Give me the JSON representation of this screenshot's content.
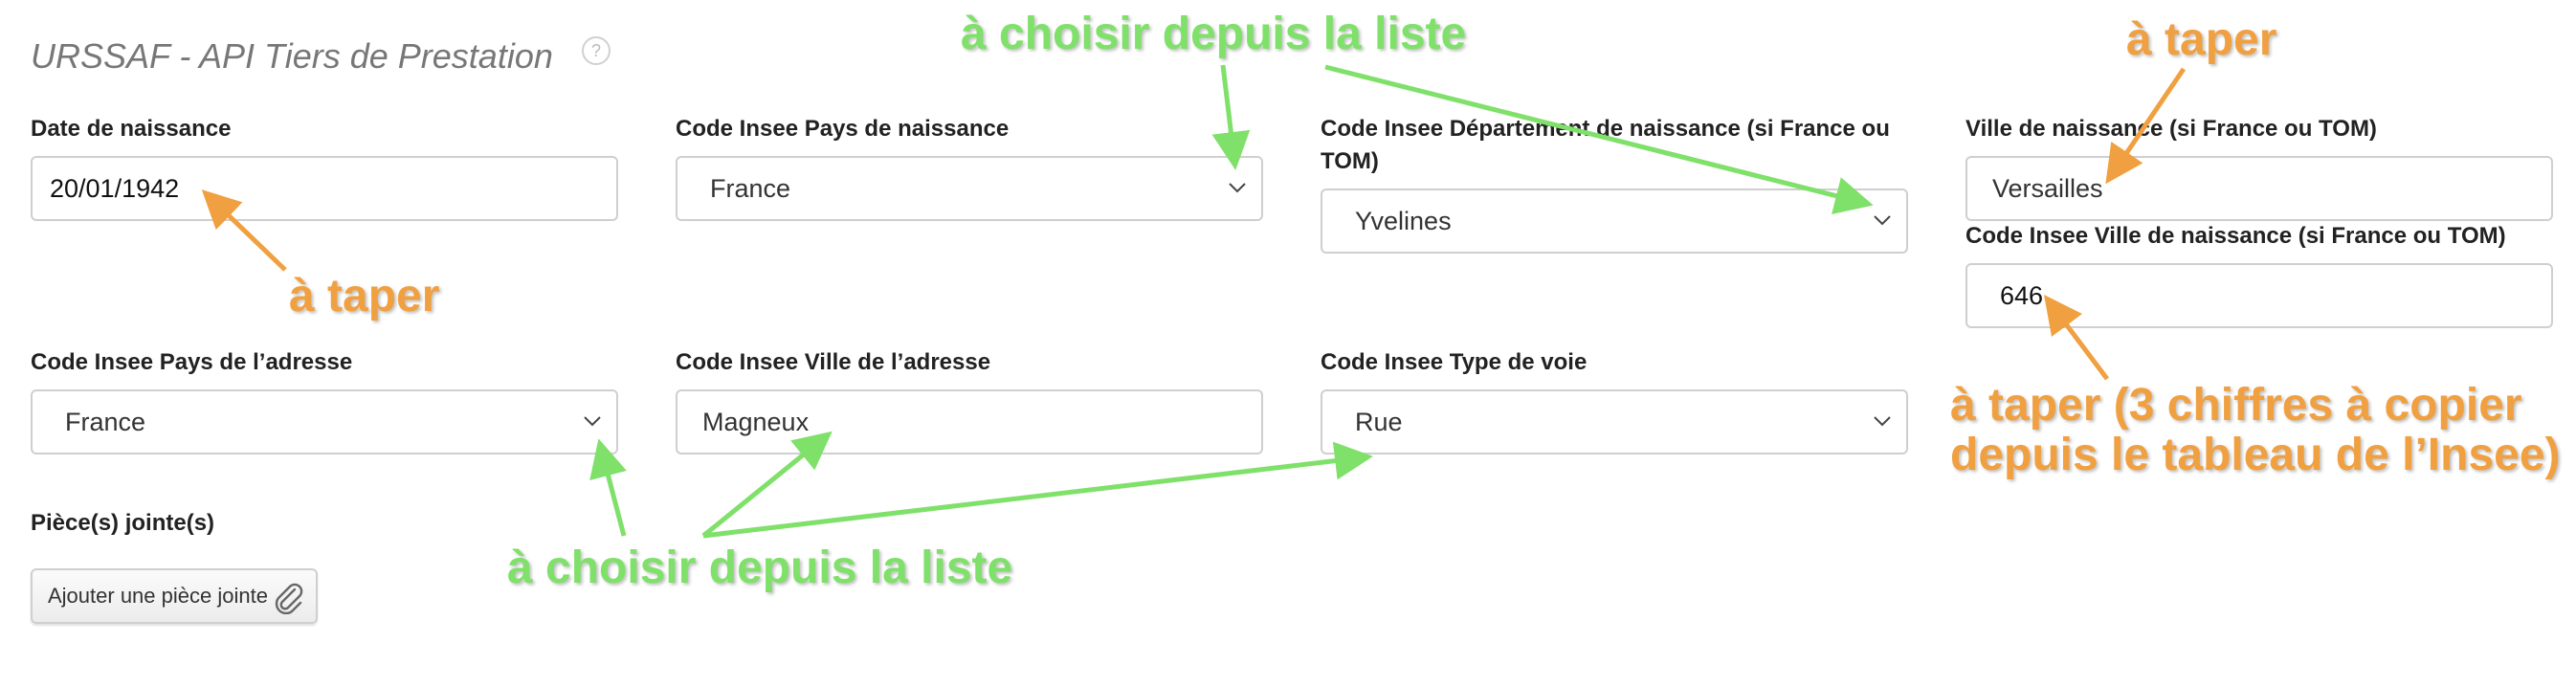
{
  "form": {
    "title": "URSSAF - API Tiers de Prestation",
    "help": "?",
    "fields": {
      "date_naissance": {
        "label": "Date de naissance",
        "value": "20/01/1942"
      },
      "pays_naissance": {
        "label": "Code Insee Pays de naissance",
        "value": "France"
      },
      "departement_naissance": {
        "label_line1": "Code Insee Département de naissance (si France ou",
        "label_line2": "TOM)",
        "value": "Yvelines"
      },
      "ville_naissance": {
        "label": "Ville de naissance (si France ou TOM)",
        "value": "Versailles"
      },
      "code_ville_naissance": {
        "label": "Code Insee Ville de naissance (si France ou TOM)",
        "value": "646"
      },
      "pays_adresse": {
        "label": "Code Insee Pays de l’adresse",
        "value": "France"
      },
      "ville_adresse": {
        "label": "Code Insee Ville de l’adresse",
        "value": "Magneux"
      },
      "type_voie": {
        "label": "Code Insee Type de voie",
        "value": "Rue"
      }
    },
    "attachments": {
      "label": "Pièce(s) jointe(s)",
      "button_label": "Ajouter une pièce jointe"
    }
  },
  "annotations": {
    "choose_top": "à choisir depuis la liste",
    "choose_bottom": "à choisir depuis la liste",
    "type_date": "à taper",
    "type_ville": "à taper",
    "type_code_line1": "à taper (3 chiffres à copier",
    "type_code_line2": "depuis le tableau de l’Insee)",
    "colors": {
      "green": "#7fe06a",
      "orange": "#f0a040"
    }
  }
}
